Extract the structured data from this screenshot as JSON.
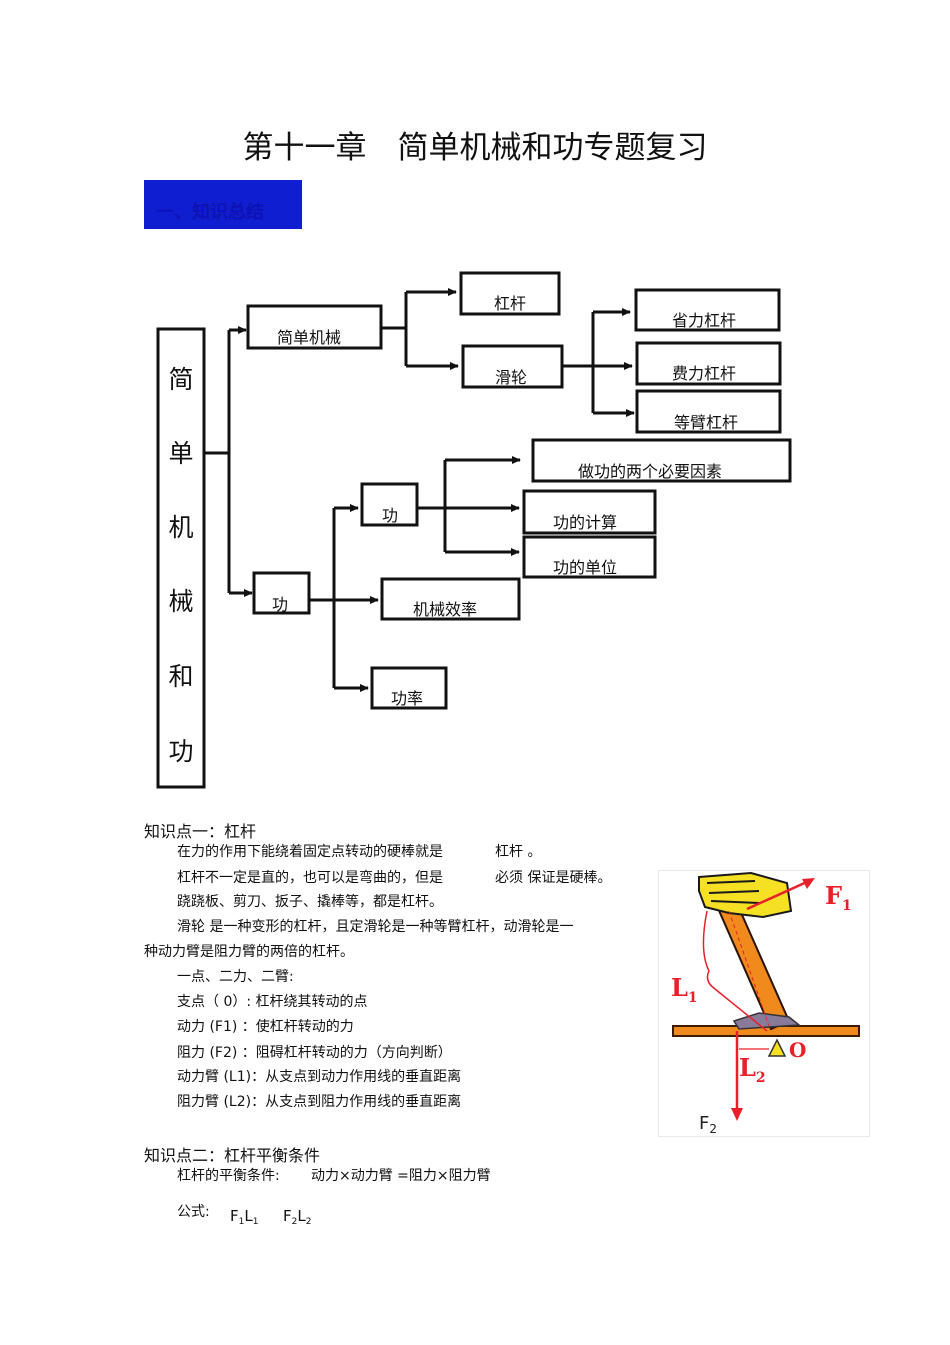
{
  "title": "第十一章　简单机械和功专题复习",
  "section1": "一、知识总结",
  "diagram": {
    "root": [
      "简",
      "单",
      "机",
      "械",
      "和",
      "功"
    ],
    "simple_machine": "简单机械",
    "lever": "杠杆",
    "pulley": "滑轮",
    "lever_types": [
      "省力杠杆",
      "费力杠杆",
      "等臂杠杆"
    ],
    "work_main": "功",
    "work_sub": "功",
    "work_items": [
      "做功的两个必要因素",
      "功的计算",
      "功的单位"
    ],
    "efficiency": "机械效率",
    "power": "功率"
  },
  "kp1": {
    "heading": "知识点一：杠杆",
    "l1a": "在力的作用下能绕着固定点转动的硬棒就是",
    "l1b": "杠杆 。",
    "l2a": "杠杆不一定是直的，也可以是弯曲的，但是",
    "l2b": "必须 保证是硬棒。",
    "l3": "跷跷板、剪刀、扳子、撬棒等，都是杠杆。",
    "l4": "滑轮 是一种变形的杠杆，且定滑轮是一种等臂杠杆，动滑轮是一",
    "l5": "种动力臂是阻力臂的两倍的杠杆。",
    "l6": "一点、二力、二臂:",
    "l7": "支点（ 0）: 杠杆绕其转动的点",
    "l8": "动力 (F1)  ：使杠杆转动的力",
    "l9": "阻力 (F2)  ：阻碍杠杆转动的力（方向判断）",
    "l10": "动力臂 (L1)：从支点到动力作用线的垂直距离",
    "l11": "阻力臂 (L2)：从支点到阻力作用线的垂直距离"
  },
  "figure": {
    "f1": "F",
    "f1_sub": "1",
    "l1": "L",
    "l1_sub": "1",
    "o": "O",
    "l2": "L",
    "l2_sub": "2",
    "f2": "F",
    "f2_sub": "2"
  },
  "kp2": {
    "heading": "知识点二：杠杆平衡条件",
    "condition_label": "杠杆的平衡条件:",
    "condition": "动力×动力臂  =阻力×阻力臂",
    "formula_label": "公式:",
    "f1": "F",
    "f1_sub": "1",
    "l1": "L",
    "l1_sub": "1",
    "f2": "F",
    "f2_sub": "2",
    "l2": "L",
    "l2_sub": "2"
  },
  "colors": {
    "section_bar": "#0e1ed0",
    "figure_orange": "#f08a1c",
    "figure_red": "#e8202a",
    "figure_yellow": "#f5e024"
  }
}
